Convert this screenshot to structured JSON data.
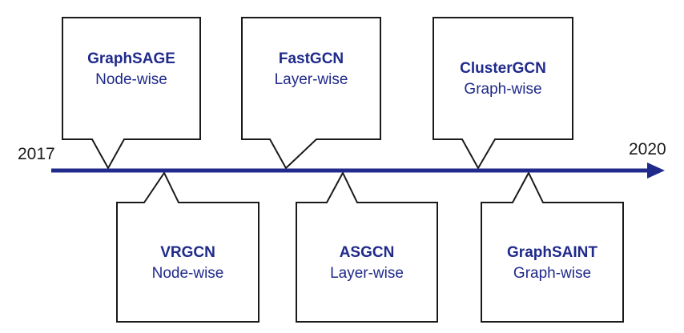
{
  "timeline": {
    "start_year": "2017",
    "end_year": "2020",
    "line_color": "#1f2a8a"
  },
  "events": [
    {
      "name": "GraphSAGE",
      "kind": "Node-wise",
      "side": "above"
    },
    {
      "name": "VRGCN",
      "kind": "Node-wise",
      "side": "below"
    },
    {
      "name": "FastGCN",
      "kind": "Layer-wise",
      "side": "above"
    },
    {
      "name": "ASGCN",
      "kind": "Layer-wise",
      "side": "below"
    },
    {
      "name": "ClusterGCN",
      "kind": "Graph-wise",
      "side": "above"
    },
    {
      "name": "GraphSAINT",
      "kind": "Graph-wise",
      "side": "below"
    }
  ]
}
